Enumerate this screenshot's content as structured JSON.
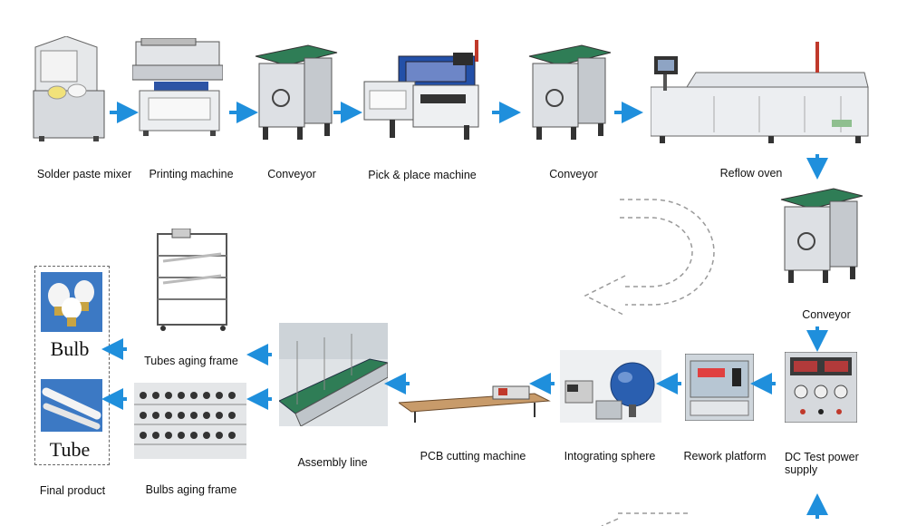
{
  "diagram": {
    "nodes": [
      {
        "id": "solder-paste-mixer",
        "label": "Solder paste mixer"
      },
      {
        "id": "printing-machine",
        "label": "Printing machine"
      },
      {
        "id": "conveyor-1",
        "label": "Conveyor"
      },
      {
        "id": "pick-place-machine",
        "label": "Pick & place machine"
      },
      {
        "id": "conveyor-2",
        "label": "Conveyor"
      },
      {
        "id": "reflow-oven",
        "label": "Reflow oven"
      },
      {
        "id": "conveyor-3",
        "label": "Conveyor"
      },
      {
        "id": "dc-test-power-supply",
        "label": "DC Test power supply"
      },
      {
        "id": "rework-platform",
        "label": "Rework platform"
      },
      {
        "id": "integrating-sphere",
        "label": "Intograting sphere"
      },
      {
        "id": "pcb-cutting-machine",
        "label": "PCB cutting machine"
      },
      {
        "id": "assembly-line",
        "label": "Assembly line"
      },
      {
        "id": "tubes-aging-frame",
        "label": "Tubes aging frame"
      },
      {
        "id": "bulbs-aging-frame",
        "label": "Bulbs aging frame"
      },
      {
        "id": "final-product",
        "label": "Final product"
      }
    ],
    "products": {
      "bulb": "Bulb",
      "tube": "Tube"
    },
    "colors": {
      "arrow": "#1f8fdc",
      "machine_body": "#d9dde2",
      "outline": "#555555",
      "accent_green": "#2f7d56",
      "accent_blue": "#2350a8",
      "return_arrow": "#9a9a9a"
    }
  }
}
